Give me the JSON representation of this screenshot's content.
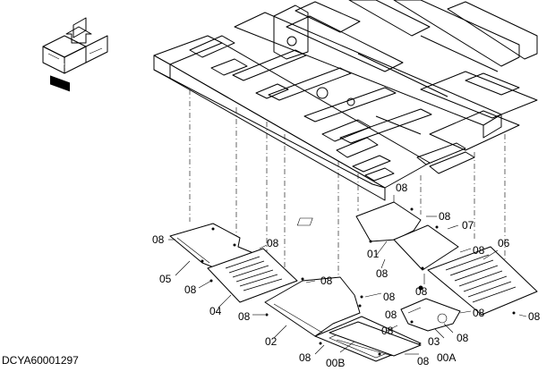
{
  "diagram_code": "DCYA60001297",
  "orientation_icon": {
    "label": "FRONT"
  },
  "callouts": [
    "08",
    "08",
    "05",
    "08",
    "04",
    "08",
    "02",
    "08",
    "00B",
    "08",
    "08",
    "07",
    "08",
    "01",
    "08",
    "06",
    "08",
    "08",
    "03",
    "08",
    "08",
    "08",
    "00A",
    "08",
    "08",
    "08",
    "08"
  ]
}
